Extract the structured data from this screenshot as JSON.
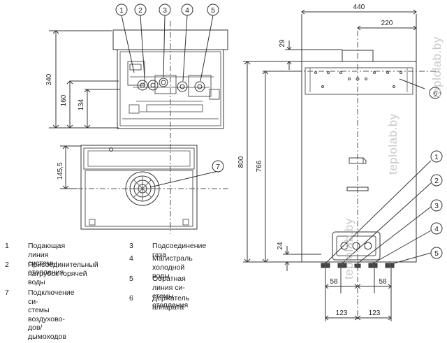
{
  "callouts": [
    "1",
    "2",
    "3",
    "4",
    "5",
    "6",
    "7"
  ],
  "dimensions": {
    "width_total": "440",
    "width_half": "220",
    "top_offset": "29",
    "height_front": "340",
    "height_160": "160",
    "height_134": "134",
    "depth_145": "145,5",
    "height_800": "800",
    "height_766": "766",
    "bottom_24": "24",
    "left_58": "58",
    "right_58": "58",
    "left_123": "123",
    "right_123": "123"
  },
  "legend": [
    {
      "num": "1",
      "text": "Подающая линия\nсистемы отопления"
    },
    {
      "num": "2",
      "text": "Присоединительный\nпатрубок горячей\nводы"
    },
    {
      "num": "7",
      "text": "Подключение си-\nстемы воздухово-\nдов/дымоходов"
    },
    {
      "num": "3",
      "text": "Подсоединение газа"
    },
    {
      "num": "4",
      "text": "Магистраль холодной\nводы"
    },
    {
      "num": "5",
      "text": "Обратная линия си-\nстемы отопления"
    },
    {
      "num": "6",
      "text": "Держатель аппарата"
    }
  ],
  "watermark": "teplolab.by"
}
